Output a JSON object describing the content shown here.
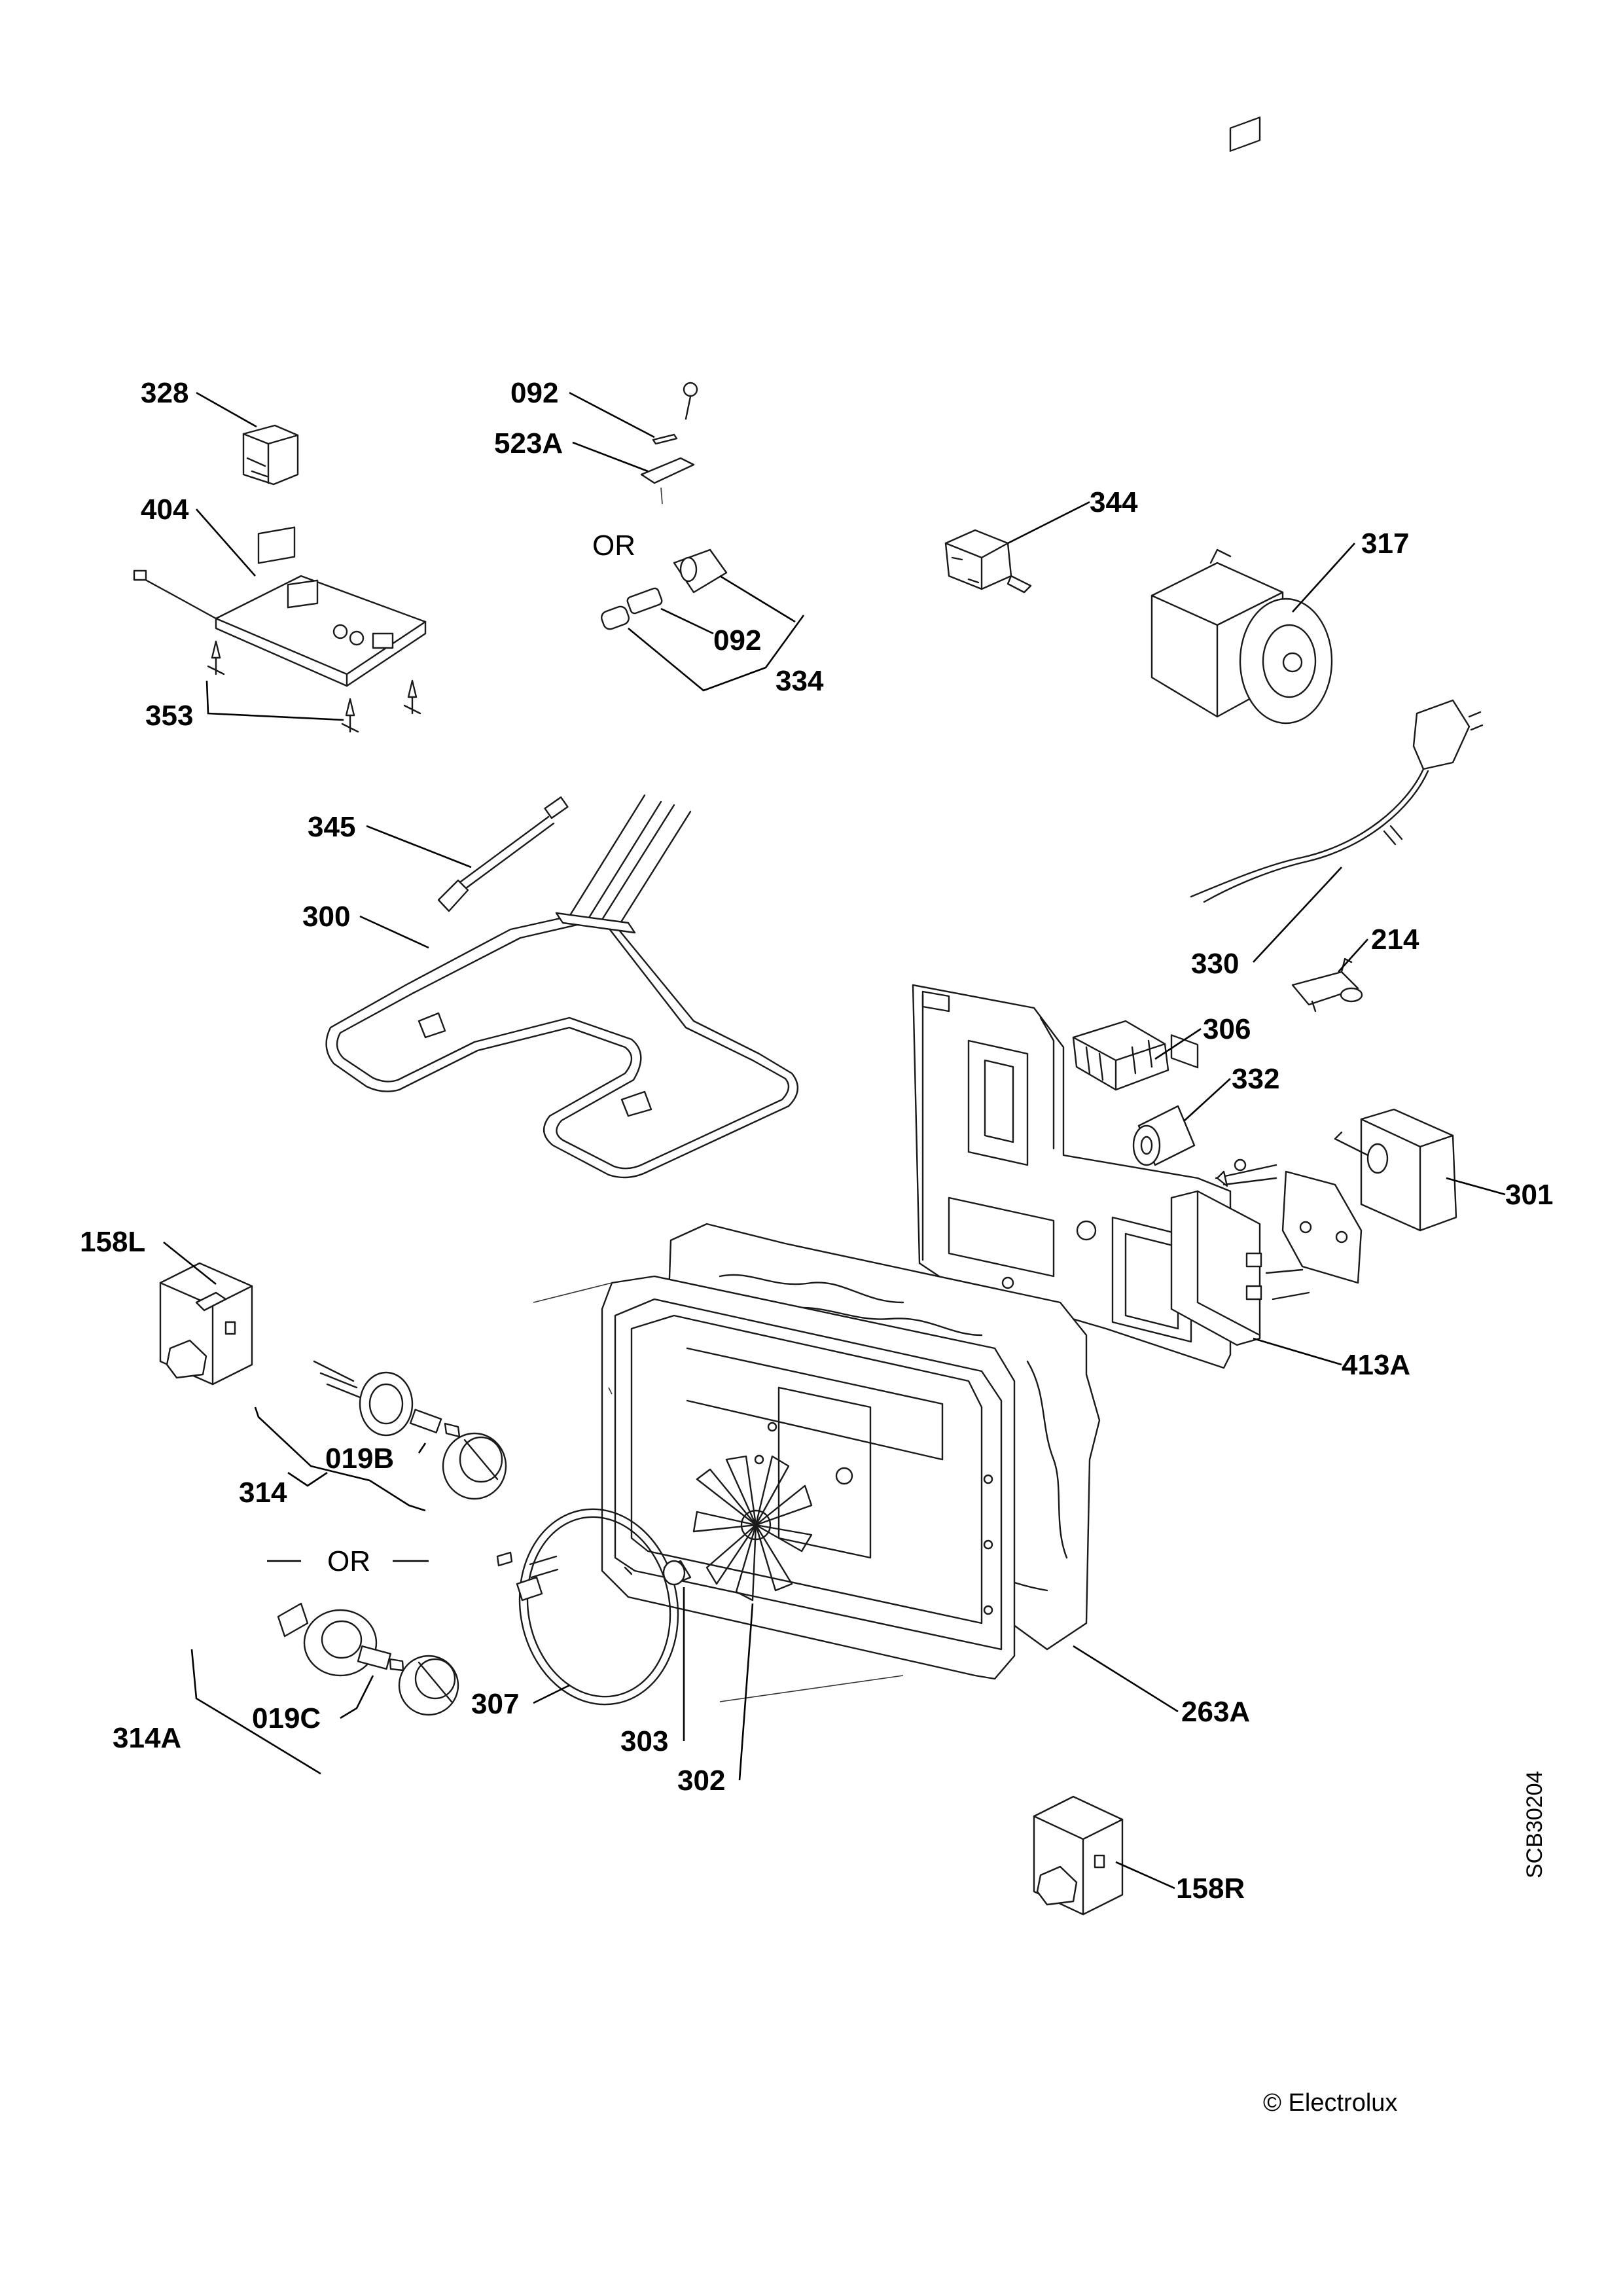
{
  "labels": {
    "l328": "328",
    "l092a": "092",
    "l523a": "523A",
    "l404": "404",
    "l344": "344",
    "l317": "317",
    "l092b": "092",
    "l334": "334",
    "l353": "353",
    "l345": "345",
    "l300": "300",
    "l330": "330",
    "l214": "214",
    "l306": "306",
    "l332": "332",
    "l301": "301",
    "l158l": "158L",
    "l413a": "413A",
    "l019b": "019B",
    "l314": "314",
    "l307": "307",
    "l263a": "263A",
    "l019c": "019C",
    "l314a": "314A",
    "l303": "303",
    "l302": "302",
    "l158r": "158R"
  },
  "or_labels": {
    "top": "OR",
    "bottom": "OR"
  },
  "document_code": "SCB30204",
  "copyright": "© Electrolux"
}
